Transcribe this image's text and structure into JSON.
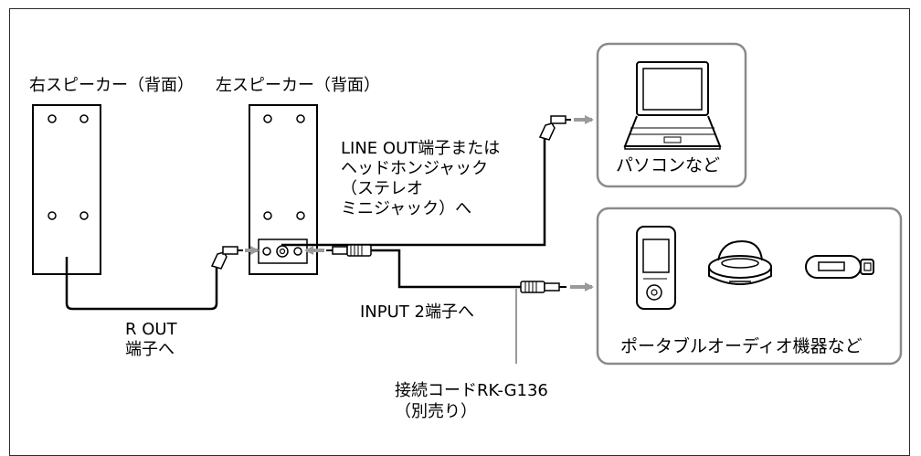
{
  "labels": {
    "right_speaker": "右スピーカー（背面）",
    "left_speaker": "左スピーカー（背面）",
    "line_out": "LINE OUT端子または\nヘッドホンジャック\n（ステレオ\nミニジャック）へ",
    "r_out": "R OUT\n端子へ",
    "input2": "INPUT 2端子へ",
    "cable": "接続コードRK-G136\n（別売り）",
    "pc": "パソコンなど",
    "portable": "ポータブルオーディオ機器など"
  },
  "icons": [
    "laptop-icon",
    "portable-player-icon",
    "speaker-dock-icon",
    "usb-player-icon",
    "stereo-mini-plug-icon",
    "arrow-icon"
  ],
  "colors": {
    "line": "#000000",
    "box_border": "#8a8a8a",
    "arrow": "#9a9a9a",
    "frame": "#2b2b2b"
  }
}
